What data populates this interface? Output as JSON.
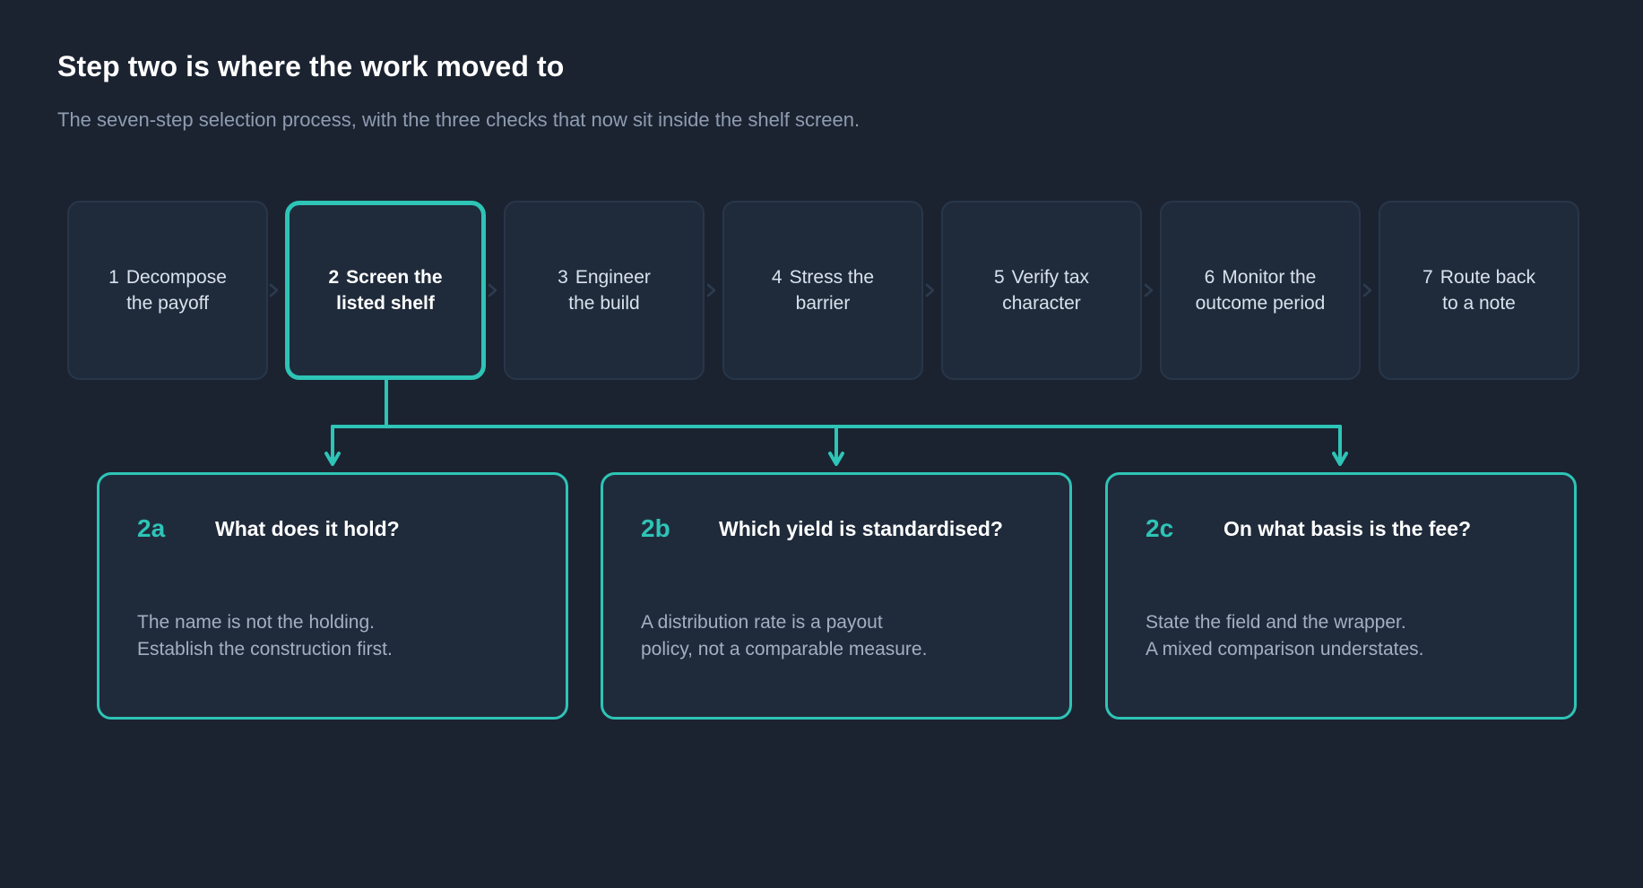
{
  "title": "Step two is where the work moved to",
  "subtitle": "The seven-step selection process, with the three checks that now sit inside the shelf screen.",
  "colors": {
    "background": "#1b2331",
    "card": "#1f2b3b",
    "card_border": "#28364a",
    "accent": "#2ec4b6",
    "muted_text": "#a3b0c2"
  },
  "steps": [
    {
      "num": "1",
      "line1": "Decompose",
      "line2": "the payoff",
      "active": false
    },
    {
      "num": "2",
      "line1": "Screen the",
      "line2": "listed shelf",
      "active": true
    },
    {
      "num": "3",
      "line1": "Engineer",
      "line2": "the build",
      "active": false
    },
    {
      "num": "4",
      "line1": "Stress the",
      "line2": "barrier",
      "active": false
    },
    {
      "num": "5",
      "line1": "Verify tax",
      "line2": "character",
      "active": false
    },
    {
      "num": "6",
      "line1": "Monitor the",
      "line2": "outcome period",
      "active": false
    },
    {
      "num": "7",
      "line1": "Route back",
      "line2": "to a note",
      "active": false
    }
  ],
  "checks": [
    {
      "id": "2a",
      "question": "What does it hold?",
      "line1": "The name is not the holding.",
      "line2": "Establish the construction first."
    },
    {
      "id": "2b",
      "question": "Which yield is standardised?",
      "line1": "A distribution rate is a payout",
      "line2": "policy, not a comparable measure."
    },
    {
      "id": "2c",
      "question": "On what basis is the fee?",
      "line1": "State the field and the wrapper.",
      "line2": "A mixed comparison understates."
    }
  ]
}
